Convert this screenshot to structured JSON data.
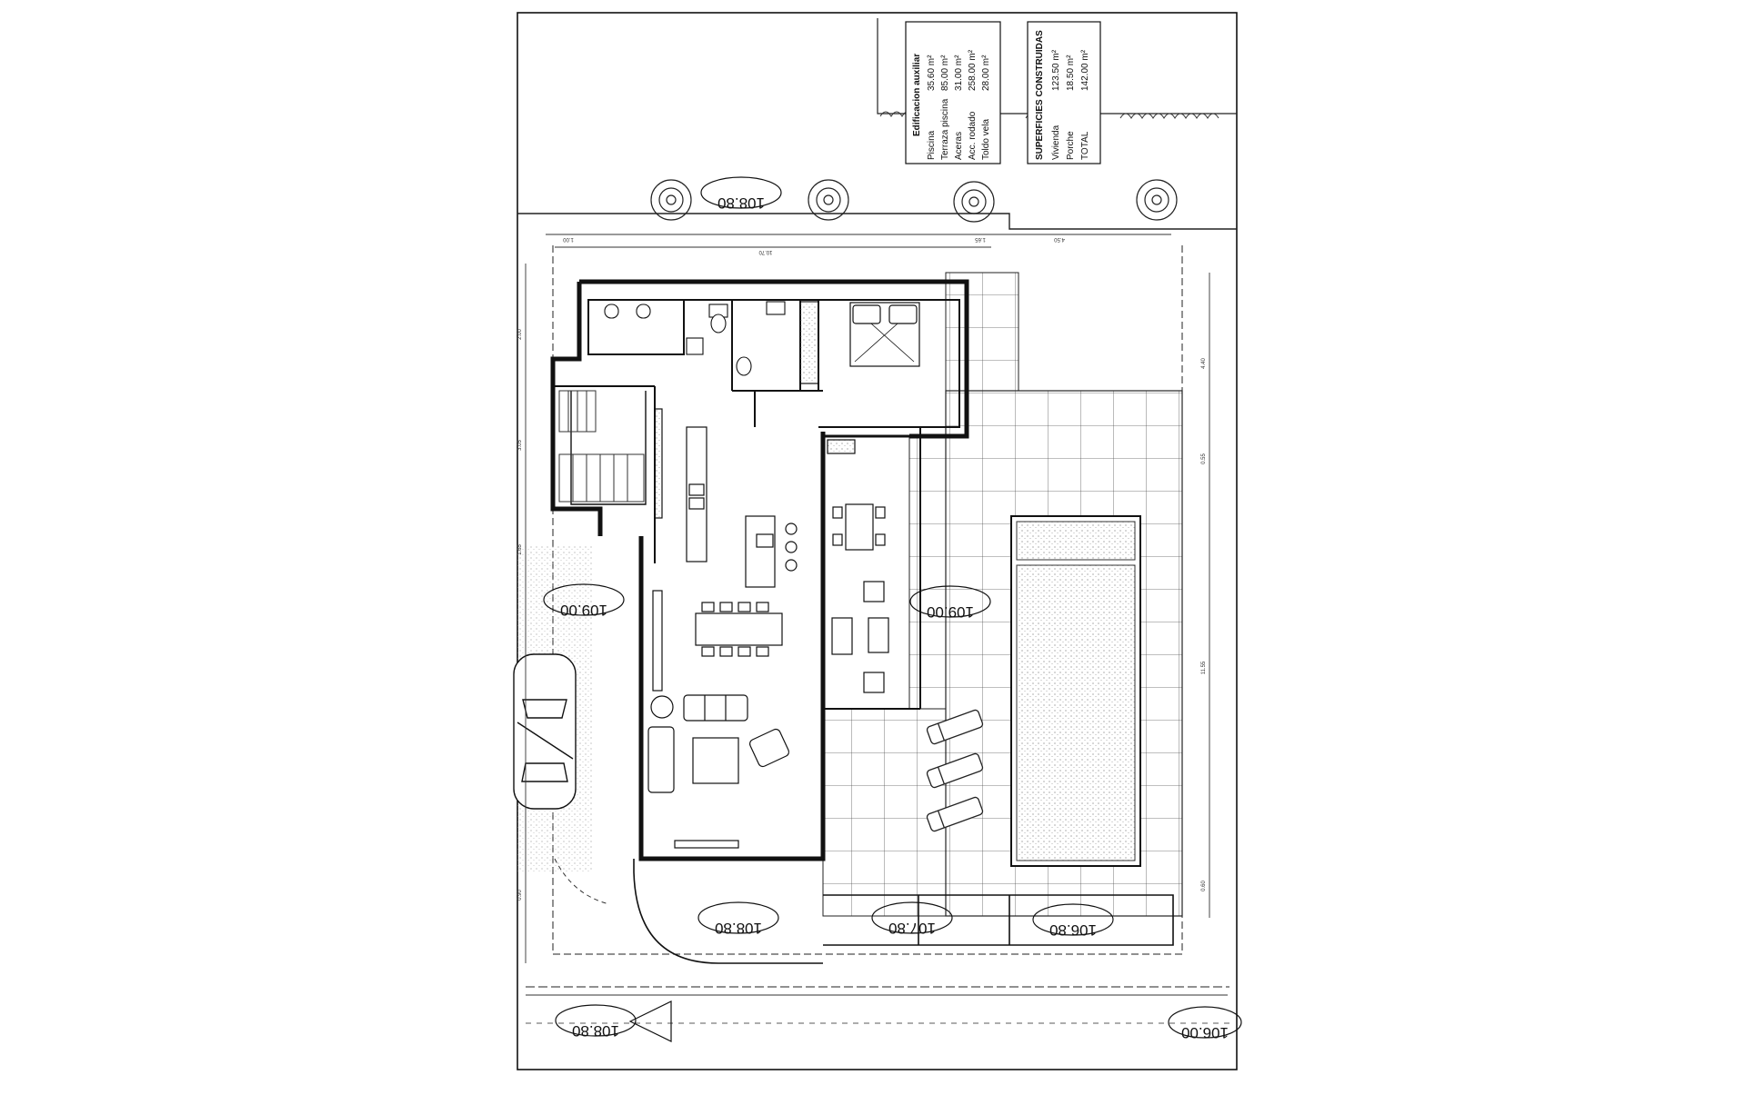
{
  "drawing": {
    "title": "",
    "aux_table": {
      "heading": "Edificacion auxiliar",
      "rows": [
        {
          "label": "Piscina",
          "value": "35.60 m²"
        },
        {
          "label": "Terraza piscina",
          "value": "85.00 m²"
        },
        {
          "label": "Aceras",
          "value": "31.00 m²"
        },
        {
          "label": "Acc. rodado",
          "value": "258.00 m²"
        },
        {
          "label": "Toldo vela",
          "value": "28.00 m²"
        }
      ]
    },
    "built_table": {
      "heading": "SUPERFICIES CONSTRUIDAS",
      "rows": [
        {
          "label": "Vivienda",
          "value": "123.50 m²"
        },
        {
          "label": "Porche",
          "value": "18.50 m²"
        },
        {
          "label": "TOTAL",
          "value": "142.00 m²"
        }
      ]
    },
    "levels": [
      "108.80",
      "109.00",
      "109.00",
      "108.80",
      "107.80",
      "106.80",
      "108.80",
      "106.00"
    ],
    "dimensions": {
      "top": [
        "1.00",
        "10.70",
        "1.65",
        "4.50"
      ],
      "left": [
        "2.00",
        "3.05",
        "1.65",
        "0.90"
      ],
      "right": [
        "4.40",
        "0.55",
        "11.55",
        "0.60"
      ]
    },
    "colors": {
      "ink": "#111111",
      "paper": "#ffffff"
    }
  }
}
